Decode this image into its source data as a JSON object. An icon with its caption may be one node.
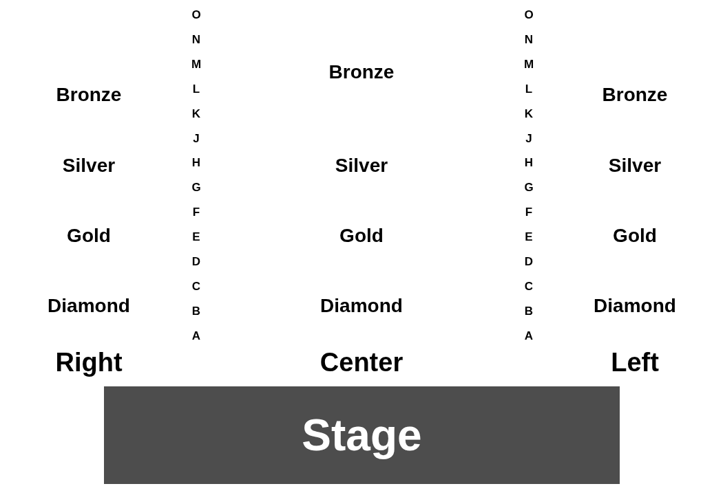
{
  "diagram": {
    "nodes": [
      {
        "text": [
          "Stage"
        ]
      }
    ],
    "edges": [],
    "labels": [
      "Bronze",
      "Silver",
      "Gold",
      "Diamond",
      "Right",
      "O",
      "N",
      "M",
      "L",
      "K",
      "J",
      "H",
      "G",
      "F",
      "E",
      "D",
      "C",
      "B",
      "A",
      "Bronze",
      "Silver",
      "Gold",
      "Diamond",
      "Center",
      "O",
      "N",
      "M",
      "L",
      "K",
      "J",
      "H",
      "G",
      "F",
      "E",
      "D",
      "C",
      "B",
      "A",
      "Bronze",
      "Silver",
      "Gold",
      "Diamond",
      "Left"
    ]
  }
}
